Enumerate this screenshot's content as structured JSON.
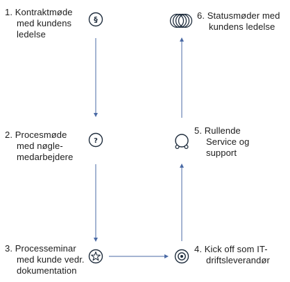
{
  "steps": [
    {
      "number": "1.",
      "lines": [
        "Kontraktmøde",
        "med kundens",
        "ledelse"
      ],
      "icon": "paragraph-section-icon"
    },
    {
      "number": "2.",
      "lines": [
        "Procesmøde",
        "med nøgle-",
        "medarbejdere"
      ],
      "icon": "question-mark-icon"
    },
    {
      "number": "3.",
      "lines": [
        "Processeminar",
        "med kunde vedr.",
        "dokumentation"
      ],
      "icon": "star-icon"
    },
    {
      "number": "4.",
      "lines": [
        "Kick off som IT-",
        "driftsleverandør"
      ],
      "icon": "target-icon"
    },
    {
      "number": "5.",
      "lines": [
        "Rullende",
        "Service og",
        "support"
      ],
      "icon": "ring-with-handles-icon"
    },
    {
      "number": "6.",
      "lines": [
        "Statusmøder med",
        "kundens ledelse"
      ],
      "icon": "overlapping-circles-icon"
    }
  ],
  "colors": {
    "text": "#1c1c1c",
    "icon": "#1f2d3d",
    "arrow": "#4a6aa5"
  }
}
